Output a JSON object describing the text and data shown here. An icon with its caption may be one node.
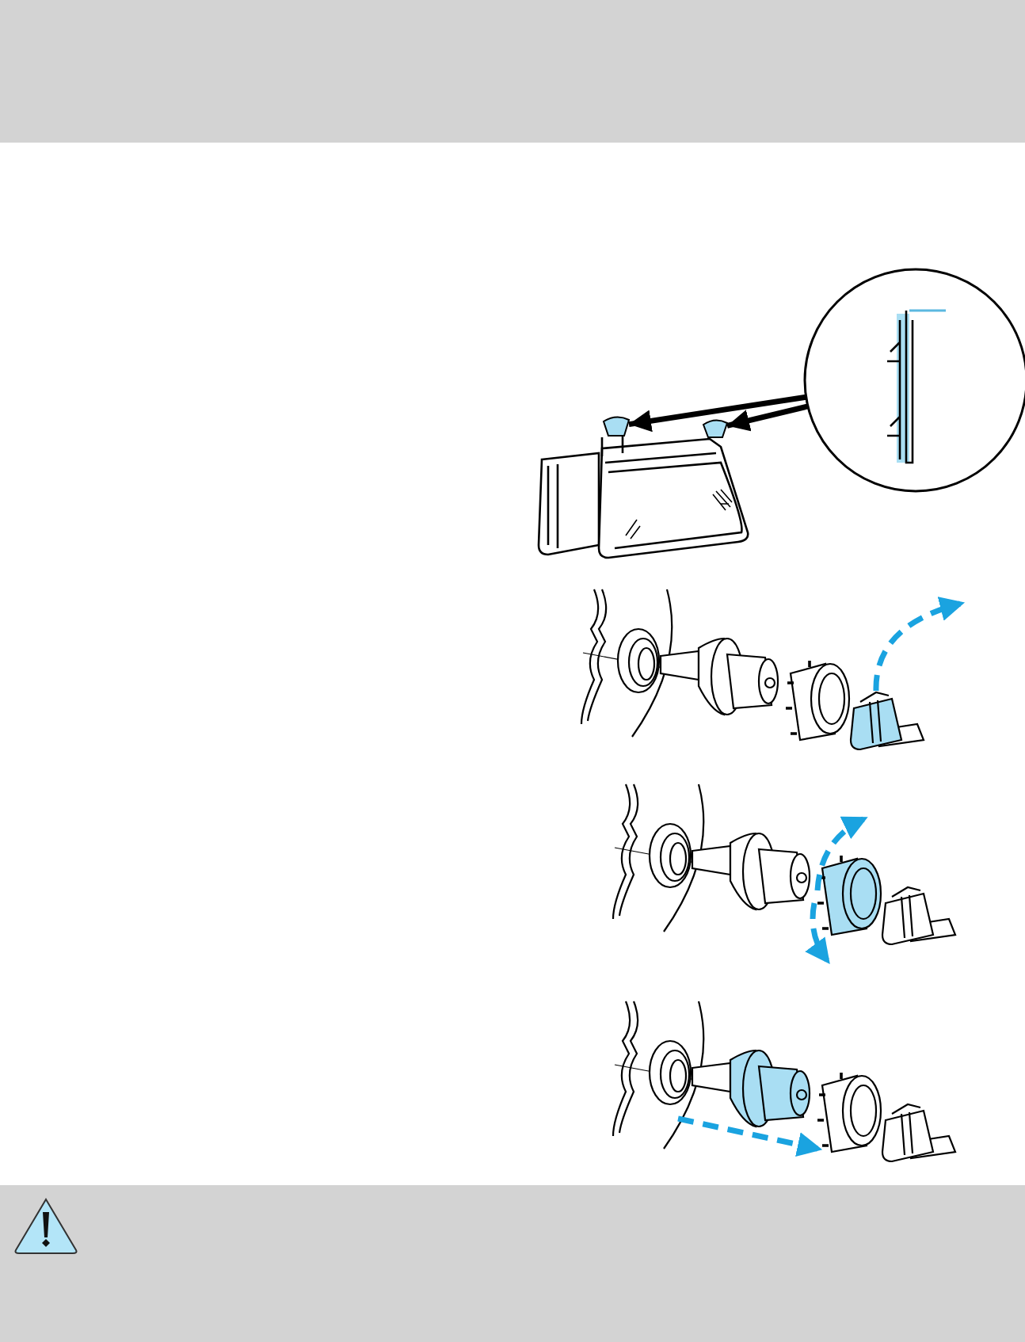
{
  "diagram": {
    "nodes": [
      {
        "text": [],
        "shape": "circle"
      },
      {
        "text": [],
        "shape": "box"
      },
      {
        "text": [],
        "shape": "box"
      }
    ],
    "edges": [
      {
        "from": 0,
        "to": 1,
        "arrow": "to"
      },
      {
        "from": 0,
        "to": 2,
        "arrow": "to"
      }
    ]
  }
}
